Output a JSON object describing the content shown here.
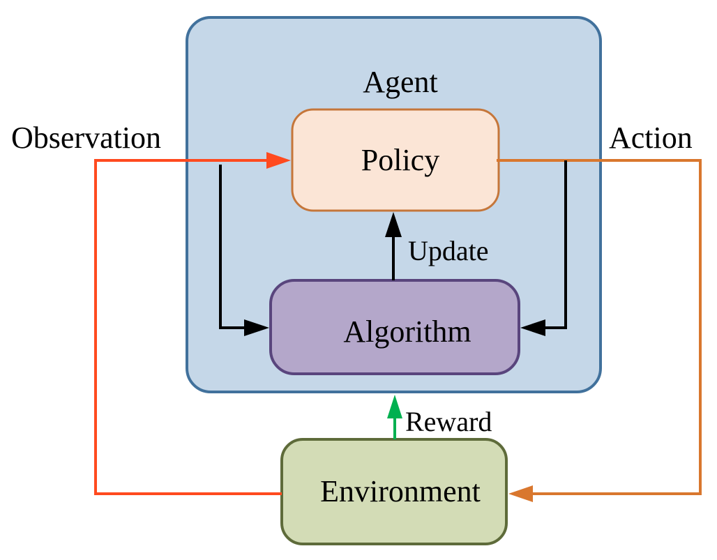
{
  "agent": {
    "title": "Agent",
    "policy_label": "Policy",
    "algorithm_label": "Algorithm"
  },
  "environment": {
    "label": "Environment"
  },
  "signals": {
    "observation": "Observation",
    "action": "Action",
    "update": "Update",
    "reward": "Reward"
  },
  "colors": {
    "agent_fill": "#c5d7e8",
    "agent_stroke": "#41719c",
    "policy_fill": "#fbe5d6",
    "policy_stroke": "#c5763a",
    "algorithm_fill": "#b4a7ca",
    "algorithm_stroke": "#59457d",
    "environment_fill": "#d3dcb6",
    "environment_stroke": "#5e6b3a",
    "observation_arrow": "#ff4a1f",
    "action_arrow": "#d9772e",
    "reward_arrow": "#00b050",
    "update_arrow": "#000000"
  }
}
